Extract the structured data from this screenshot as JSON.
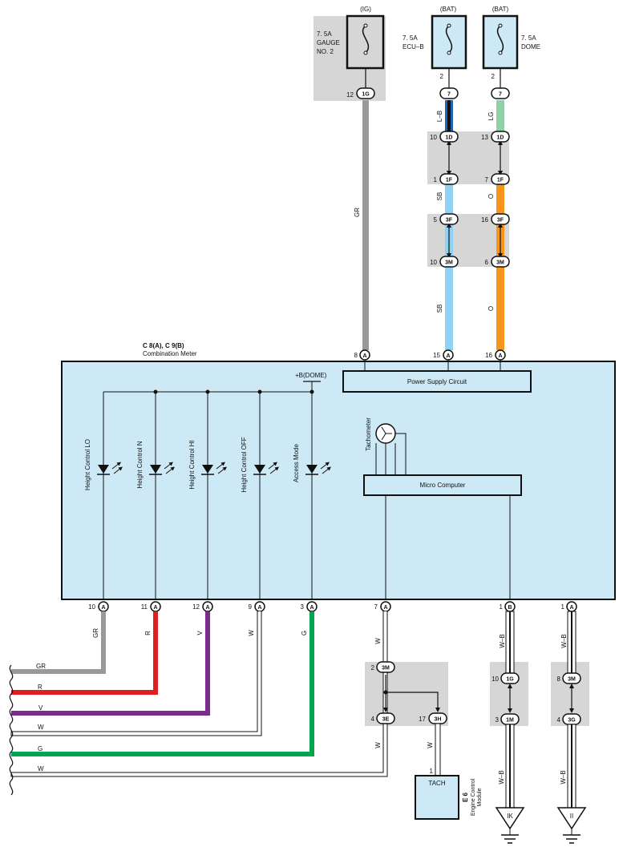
{
  "fuses": [
    {
      "source": "(IG)",
      "rating": "7. 5A",
      "name1": "GAUGE",
      "name2": "NO. 2",
      "pin": "12",
      "conn": "1G"
    },
    {
      "source": "(BAT)",
      "rating": "7. 5A",
      "name1": "ECU–B",
      "name2": "",
      "pin": "2",
      "conn": "7"
    },
    {
      "source": "(BAT)",
      "rating": "7. 5A",
      "name1": "DOME",
      "name2": "",
      "pin": "2",
      "conn": "7"
    }
  ],
  "top_connectors": {
    "ecu": [
      {
        "pin": "10",
        "conn": "1D"
      },
      {
        "pin": "1",
        "conn": "1F"
      },
      {
        "pin": "5",
        "conn": "3F"
      },
      {
        "pin": "10",
        "conn": "3M"
      }
    ],
    "dome": [
      {
        "pin": "13",
        "conn": "1D"
      },
      {
        "pin": "7",
        "conn": "1F"
      },
      {
        "pin": "16",
        "conn": "3F"
      },
      {
        "pin": "6",
        "conn": "3M"
      }
    ]
  },
  "wire_colors": {
    "gauge": "GR",
    "ecu_upper": "L–B",
    "ecu_lower": "SB",
    "ecu_lower2": "SB",
    "dome_upper": "LG",
    "dome_lower": "O",
    "dome_lower2": "O"
  },
  "meter": {
    "ref": "C 8(A), C 9(B)",
    "name": "Combination Meter",
    "inputs": [
      {
        "pin": "8",
        "conn": "A"
      },
      {
        "pin": "15",
        "conn": "A"
      },
      {
        "pin": "16",
        "conn": "A"
      }
    ],
    "power_supply": "Power Supply Circuit",
    "dome_label": "+B(DOME)",
    "tachometer": "Tachometer",
    "micro": "Micro Computer",
    "leds": [
      "Height Control LO",
      "Height Control N",
      "Height Control HI",
      "Height Control OFF",
      "Access Mode"
    ]
  },
  "bottom_pins": [
    {
      "pin": "10",
      "conn": "A",
      "wire": "GR"
    },
    {
      "pin": "11",
      "conn": "A",
      "wire": "R"
    },
    {
      "pin": "12",
      "conn": "A",
      "wire": "V"
    },
    {
      "pin": "9",
      "conn": "A",
      "wire": "W"
    },
    {
      "pin": "3",
      "conn": "A",
      "wire": "G"
    },
    {
      "pin": "7",
      "conn": "A",
      "wire": "W"
    },
    {
      "pin": "1",
      "conn": "B",
      "wire": "W–B"
    },
    {
      "pin": "1",
      "conn": "A",
      "wire": "W–B"
    }
  ],
  "left_wires": [
    "GR",
    "R",
    "V",
    "W",
    "G",
    "W"
  ],
  "tach_branch": {
    "c1": {
      "pin": "2",
      "conn": "3M"
    },
    "c2": {
      "pin": "4",
      "conn": "3E"
    },
    "c3": {
      "pin": "17",
      "conn": "3H"
    },
    "wire_left": "W",
    "wire_right": "W",
    "tach_pin": "1",
    "tach_label": "TACH",
    "ecm_ref": "E 6",
    "ecm_name1": "Engine Control",
    "ecm_name2": "Module"
  },
  "ground1": {
    "c1": {
      "pin": "10",
      "conn": "1G"
    },
    "c2": {
      "pin": "3",
      "conn": "1M"
    },
    "wire": "W–B",
    "label": "IK"
  },
  "ground2": {
    "c1": {
      "pin": "8",
      "conn": "3M"
    },
    "c2": {
      "pin": "4",
      "conn": "3G"
    },
    "wire": "W–B",
    "label": "II"
  },
  "colors": {
    "meter_fill": "#cde9f6",
    "gray_box": "#d6d6d6",
    "GR": "#999999",
    "R": "#e02020",
    "V": "#7b2d8e",
    "G": "#00a54f",
    "SB": "#8fd3f3",
    "O": "#f7941d",
    "LG": "#8fd1a5",
    "LB": "#1f63b5"
  }
}
